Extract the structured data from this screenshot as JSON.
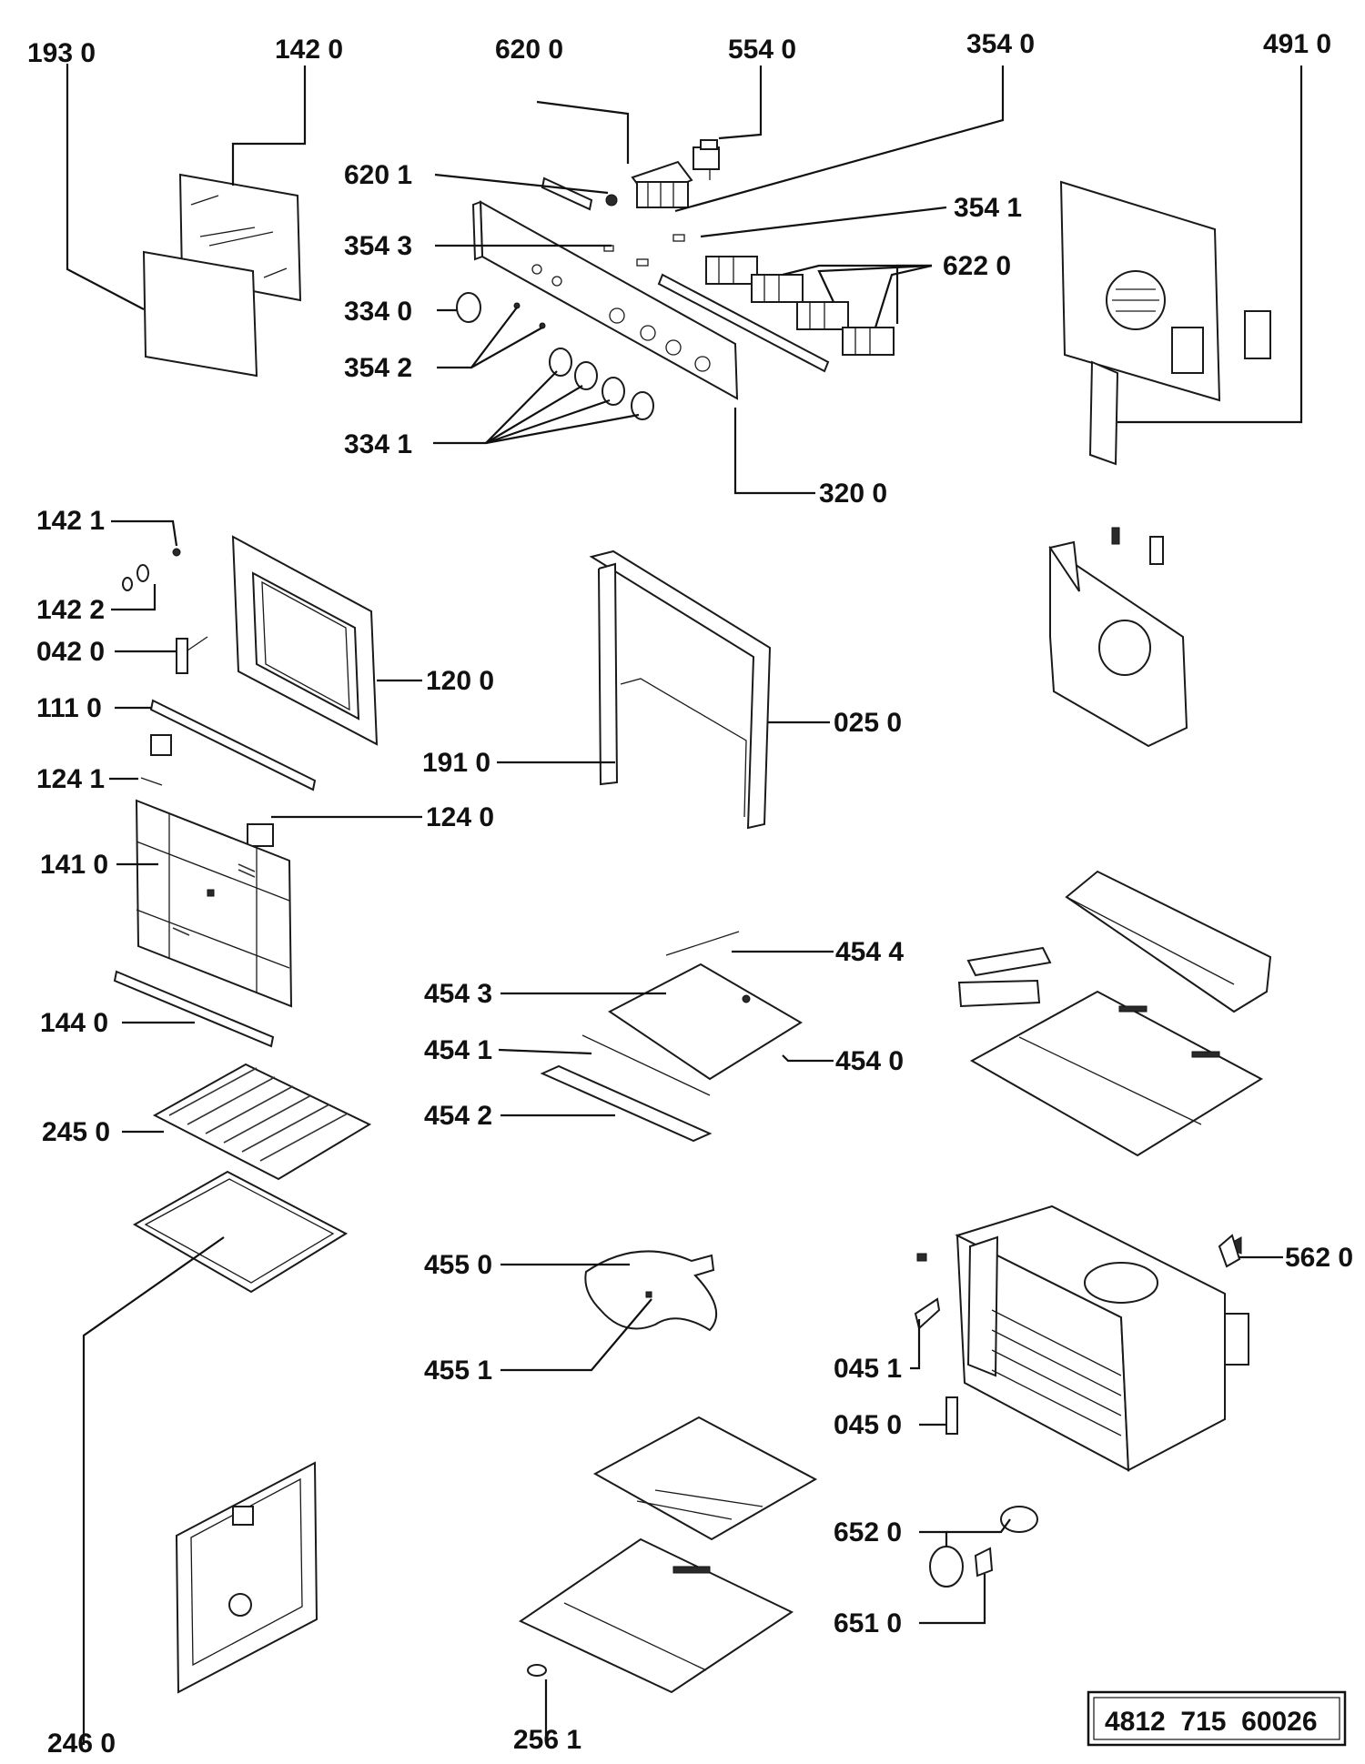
{
  "callouts": [
    {
      "text": "193 0"
    },
    {
      "text": "142 0"
    },
    {
      "text": "620 0"
    },
    {
      "text": "554 0"
    },
    {
      "text": "354 0"
    },
    {
      "text": "491 0"
    },
    {
      "text": "620 1"
    },
    {
      "text": "354 1"
    },
    {
      "text": "354 3"
    },
    {
      "text": "622 0"
    },
    {
      "text": "334 0"
    },
    {
      "text": "354 2"
    },
    {
      "text": "334 1"
    },
    {
      "text": "320 0"
    },
    {
      "text": "142 1"
    },
    {
      "text": "142 2"
    },
    {
      "text": "042 0"
    },
    {
      "text": "120 0"
    },
    {
      "text": "111 0"
    },
    {
      "text": "191 0"
    },
    {
      "text": "025 0"
    },
    {
      "text": "124 1"
    },
    {
      "text": "124 0"
    },
    {
      "text": "141 0"
    },
    {
      "text": "454 4"
    },
    {
      "text": "454 3"
    },
    {
      "text": "454 1"
    },
    {
      "text": "454 0"
    },
    {
      "text": "144 0"
    },
    {
      "text": "454 2"
    },
    {
      "text": "245 0"
    },
    {
      "text": "455 0"
    },
    {
      "text": "562 0"
    },
    {
      "text": "455 1"
    },
    {
      "text": "045 1"
    },
    {
      "text": "045 0"
    },
    {
      "text": "652 0"
    },
    {
      "text": "651 0"
    },
    {
      "text": "246 0"
    },
    {
      "text": "256 1"
    }
  ],
  "document_number": "4812  715  60026"
}
